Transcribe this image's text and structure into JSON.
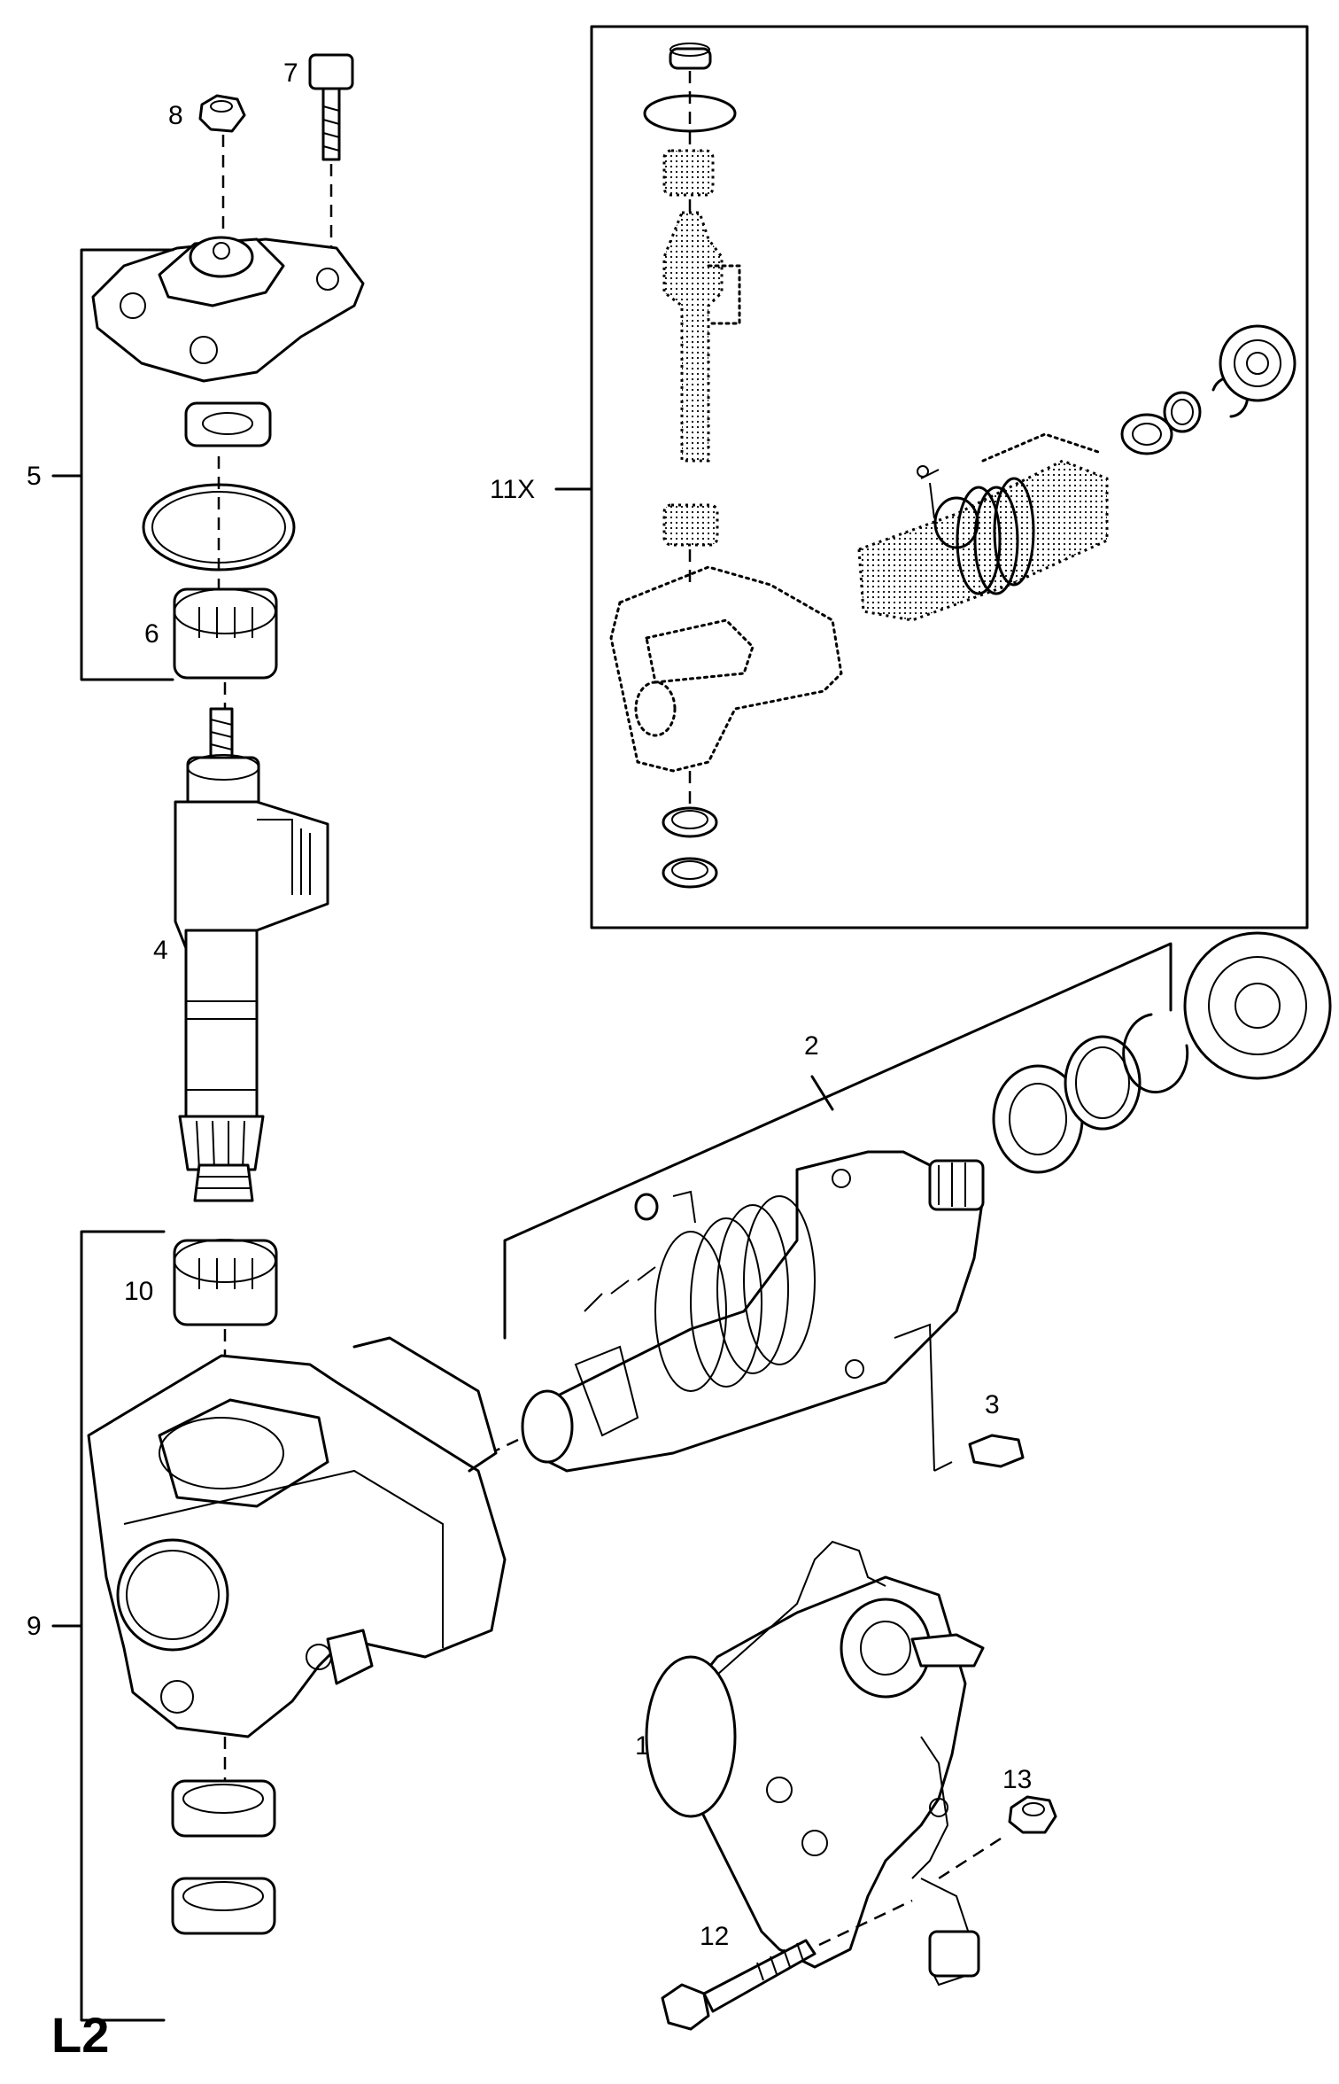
{
  "diagram": {
    "sheet_code": "L2",
    "callouts": {
      "c1": "1",
      "c2": "2",
      "c3": "3",
      "c4": "4",
      "c5": "5",
      "c6": "6",
      "c7": "7",
      "c8": "8",
      "c9": "9",
      "c10": "10",
      "c11x": "11X",
      "c12": "12",
      "c13": "13"
    }
  }
}
